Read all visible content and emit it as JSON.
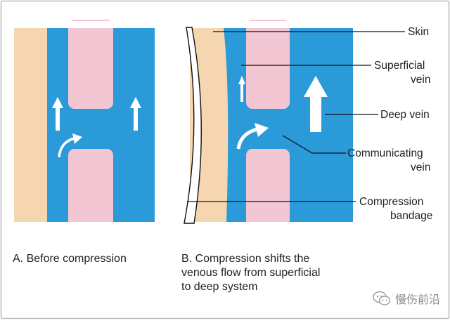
{
  "diagram": {
    "labels": {
      "skin": "Skin",
      "superficial_vein": [
        "Superficial",
        "vein"
      ],
      "deep_vein": "Deep vein",
      "communicating_vein": [
        "Communicating",
        "vein"
      ],
      "compression_bandage": [
        "Compression",
        "bandage"
      ]
    },
    "captions": {
      "a": "A. Before compression",
      "b": [
        "B. Compression shifts the",
        "venous flow from superficial",
        "to deep system"
      ]
    },
    "colors": {
      "frame_background": "#ffffff",
      "frame_border": "#b9b9b9",
      "skin": "#f5d6b0",
      "vein": "#2b9ad8",
      "muscle": "#f3c6d4",
      "arrow": "#ffffff",
      "leader_line": "#111111",
      "bandage": "#ffffff"
    }
  },
  "watermark": {
    "icon": "wechat-logo-icon",
    "text": "慢伤前沿"
  }
}
